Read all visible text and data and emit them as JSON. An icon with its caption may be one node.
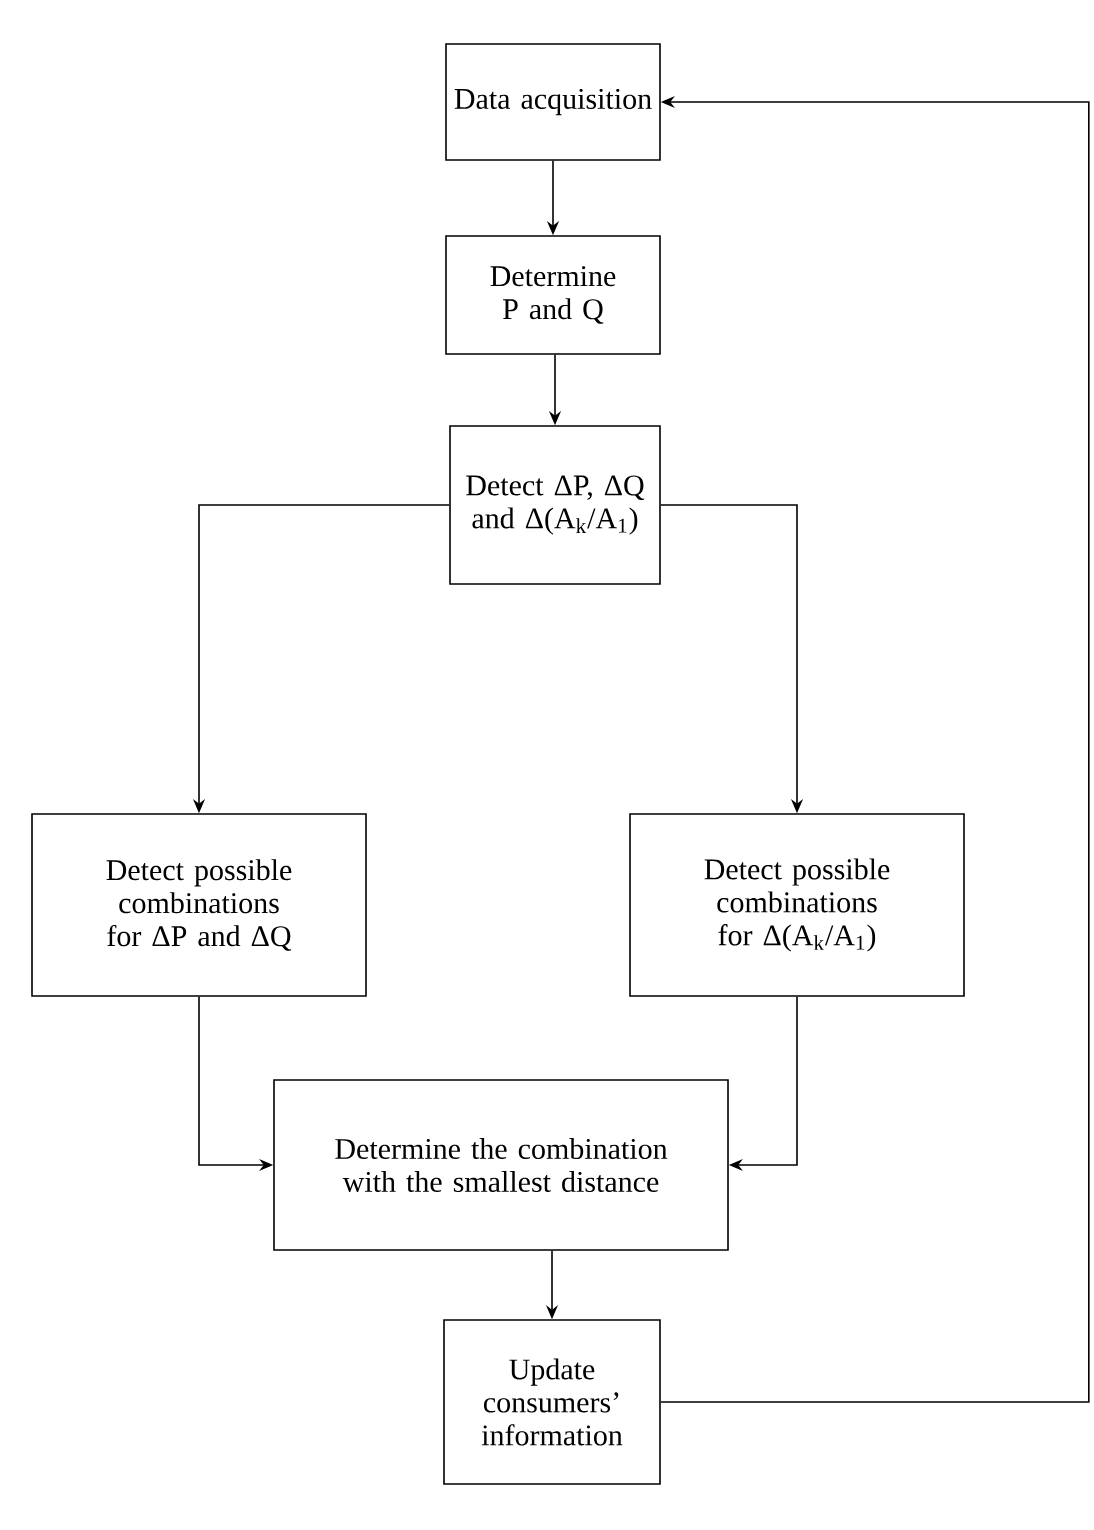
{
  "diagram": {
    "nodes": [
      {
        "text": [
          "Data acquisition"
        ]
      },
      {
        "text": [
          "Determine P and Q"
        ]
      },
      {
        "text": [
          "Detect ΔP, ΔQ and Δ(A$_{k}$/A$_{1}$)"
        ]
      },
      {
        "text": [
          "Detect possible combinations for ΔP and ΔQ"
        ]
      },
      {
        "text": [
          "Detect possible combinations for Δ(A$_{k}$/A$_{1}$)"
        ]
      },
      {
        "text": [
          "Determine the combination with the smallest distance"
        ]
      },
      {
        "text": [
          "Update consumers’ information"
        ]
      }
    ],
    "edges": [
      {
        "from": 0,
        "to": 1,
        "arrow": "to"
      },
      {
        "from": 1,
        "to": 2,
        "arrow": "to"
      },
      {
        "from": 2,
        "to": 3,
        "arrow": "to"
      },
      {
        "from": 2,
        "to": 4,
        "arrow": "to"
      },
      {
        "from": 3,
        "to": 5,
        "arrow": "to"
      },
      {
        "from": 4,
        "to": 5,
        "arrow": "to"
      },
      {
        "from": 5,
        "to": 6,
        "arrow": "to"
      },
      {
        "from": 6,
        "to": 0,
        "arrow": "to"
      }
    ]
  }
}
